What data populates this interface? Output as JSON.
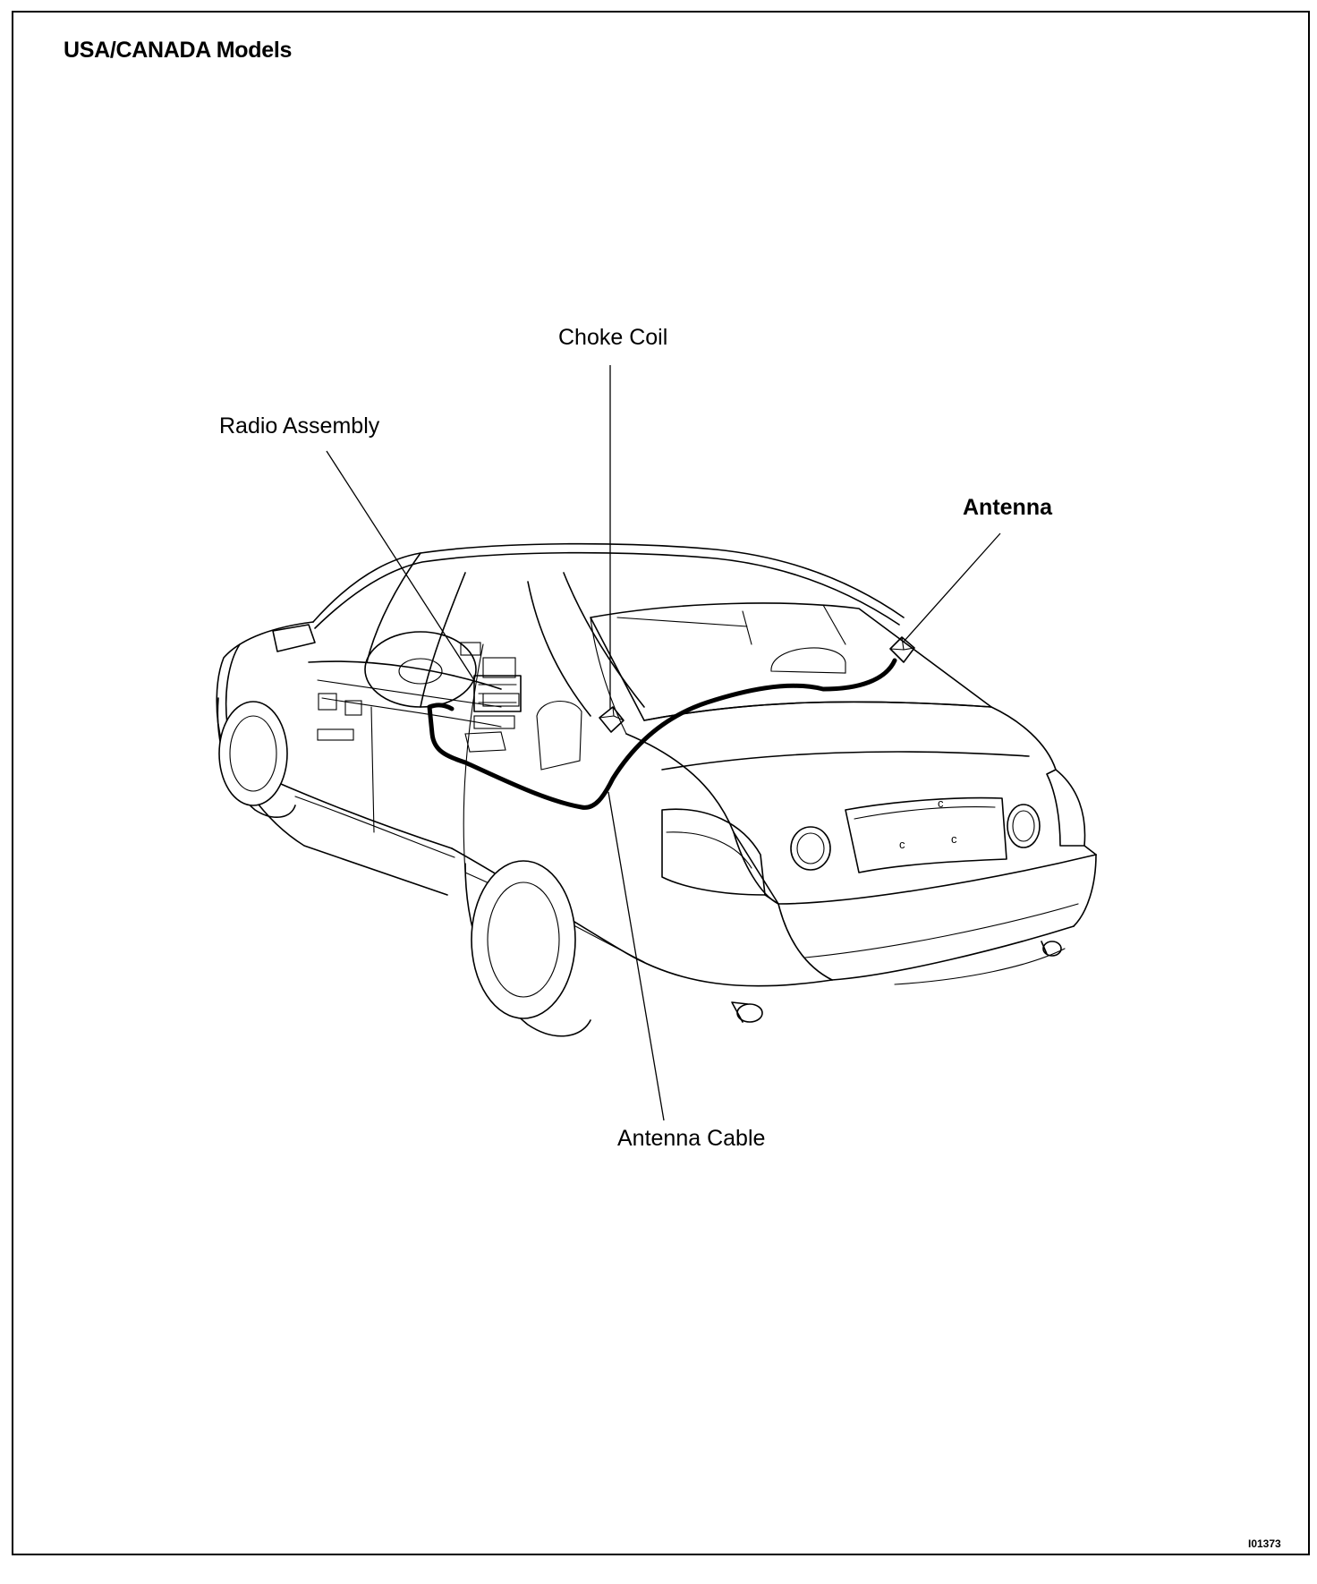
{
  "diagram": {
    "heading": "USA/CANADA Models",
    "figure_number": "I01373",
    "labels": {
      "choke_coil": "Choke Coil",
      "radio_assembly": "Radio Assembly",
      "antenna": "Antenna",
      "antenna_cable": "Antenna Cable"
    },
    "plate_marks": {
      "top": "c",
      "left": "c",
      "right": "c"
    }
  }
}
